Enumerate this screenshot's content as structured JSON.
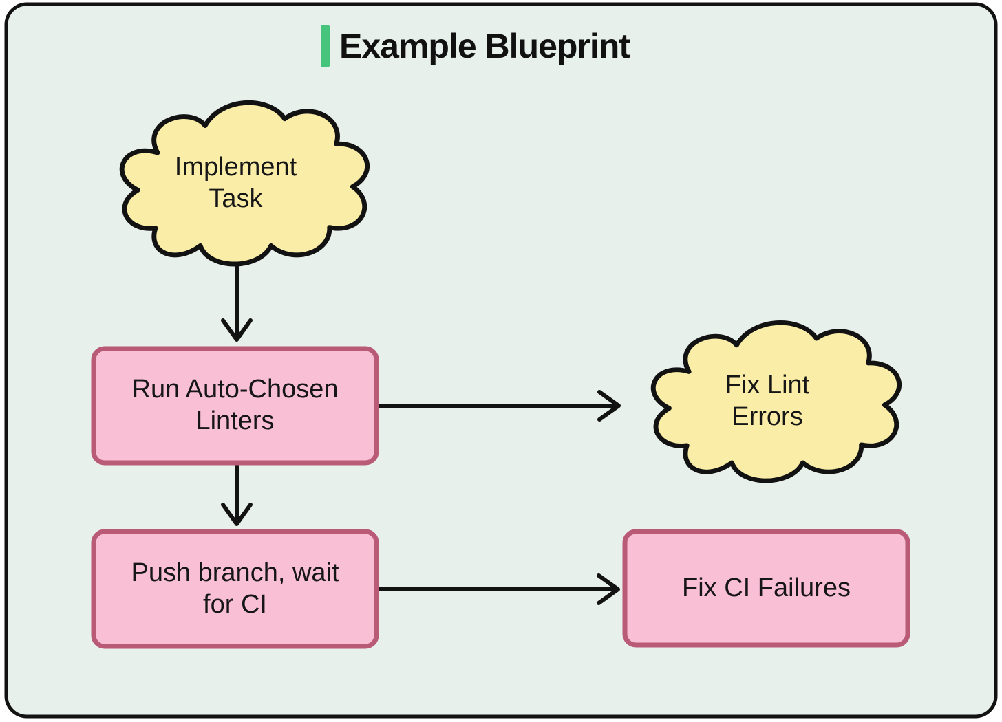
{
  "title": {
    "text": "Example Blueprint"
  },
  "colors": {
    "bg_color": "#E8F0EC",
    "outline_color": "#121212",
    "cloud_fill": "#FAEDA8",
    "pink_fill": "#F9BFD5",
    "pink_stroke": "#B95A76",
    "accent_green": "#46C37D",
    "text_color": "#161616"
  },
  "nodes": [
    {
      "id": "implement-task",
      "shape": "cloud",
      "lines": [
        "Implement",
        "Task"
      ]
    },
    {
      "id": "run-auto-chosen-linters",
      "shape": "rounded-rect",
      "lines": [
        "Run Auto-Chosen",
        "Linters"
      ]
    },
    {
      "id": "fix-lint-errors",
      "shape": "cloud",
      "lines": [
        "Fix Lint",
        "Errors"
      ]
    },
    {
      "id": "push-branch-wait-for-ci",
      "shape": "rounded-rect",
      "lines": [
        "Push branch, wait",
        "for CI"
      ]
    },
    {
      "id": "fix-ci-failures",
      "shape": "rounded-rect",
      "lines": [
        "Fix CI Failures"
      ]
    }
  ],
  "edges": [
    {
      "from": "implement-task",
      "to": "run-auto-chosen-linters"
    },
    {
      "from": "run-auto-chosen-linters",
      "to": "fix-lint-errors"
    },
    {
      "from": "run-auto-chosen-linters",
      "to": "push-branch-wait-for-ci"
    },
    {
      "from": "push-branch-wait-for-ci",
      "to": "fix-ci-failures"
    }
  ]
}
